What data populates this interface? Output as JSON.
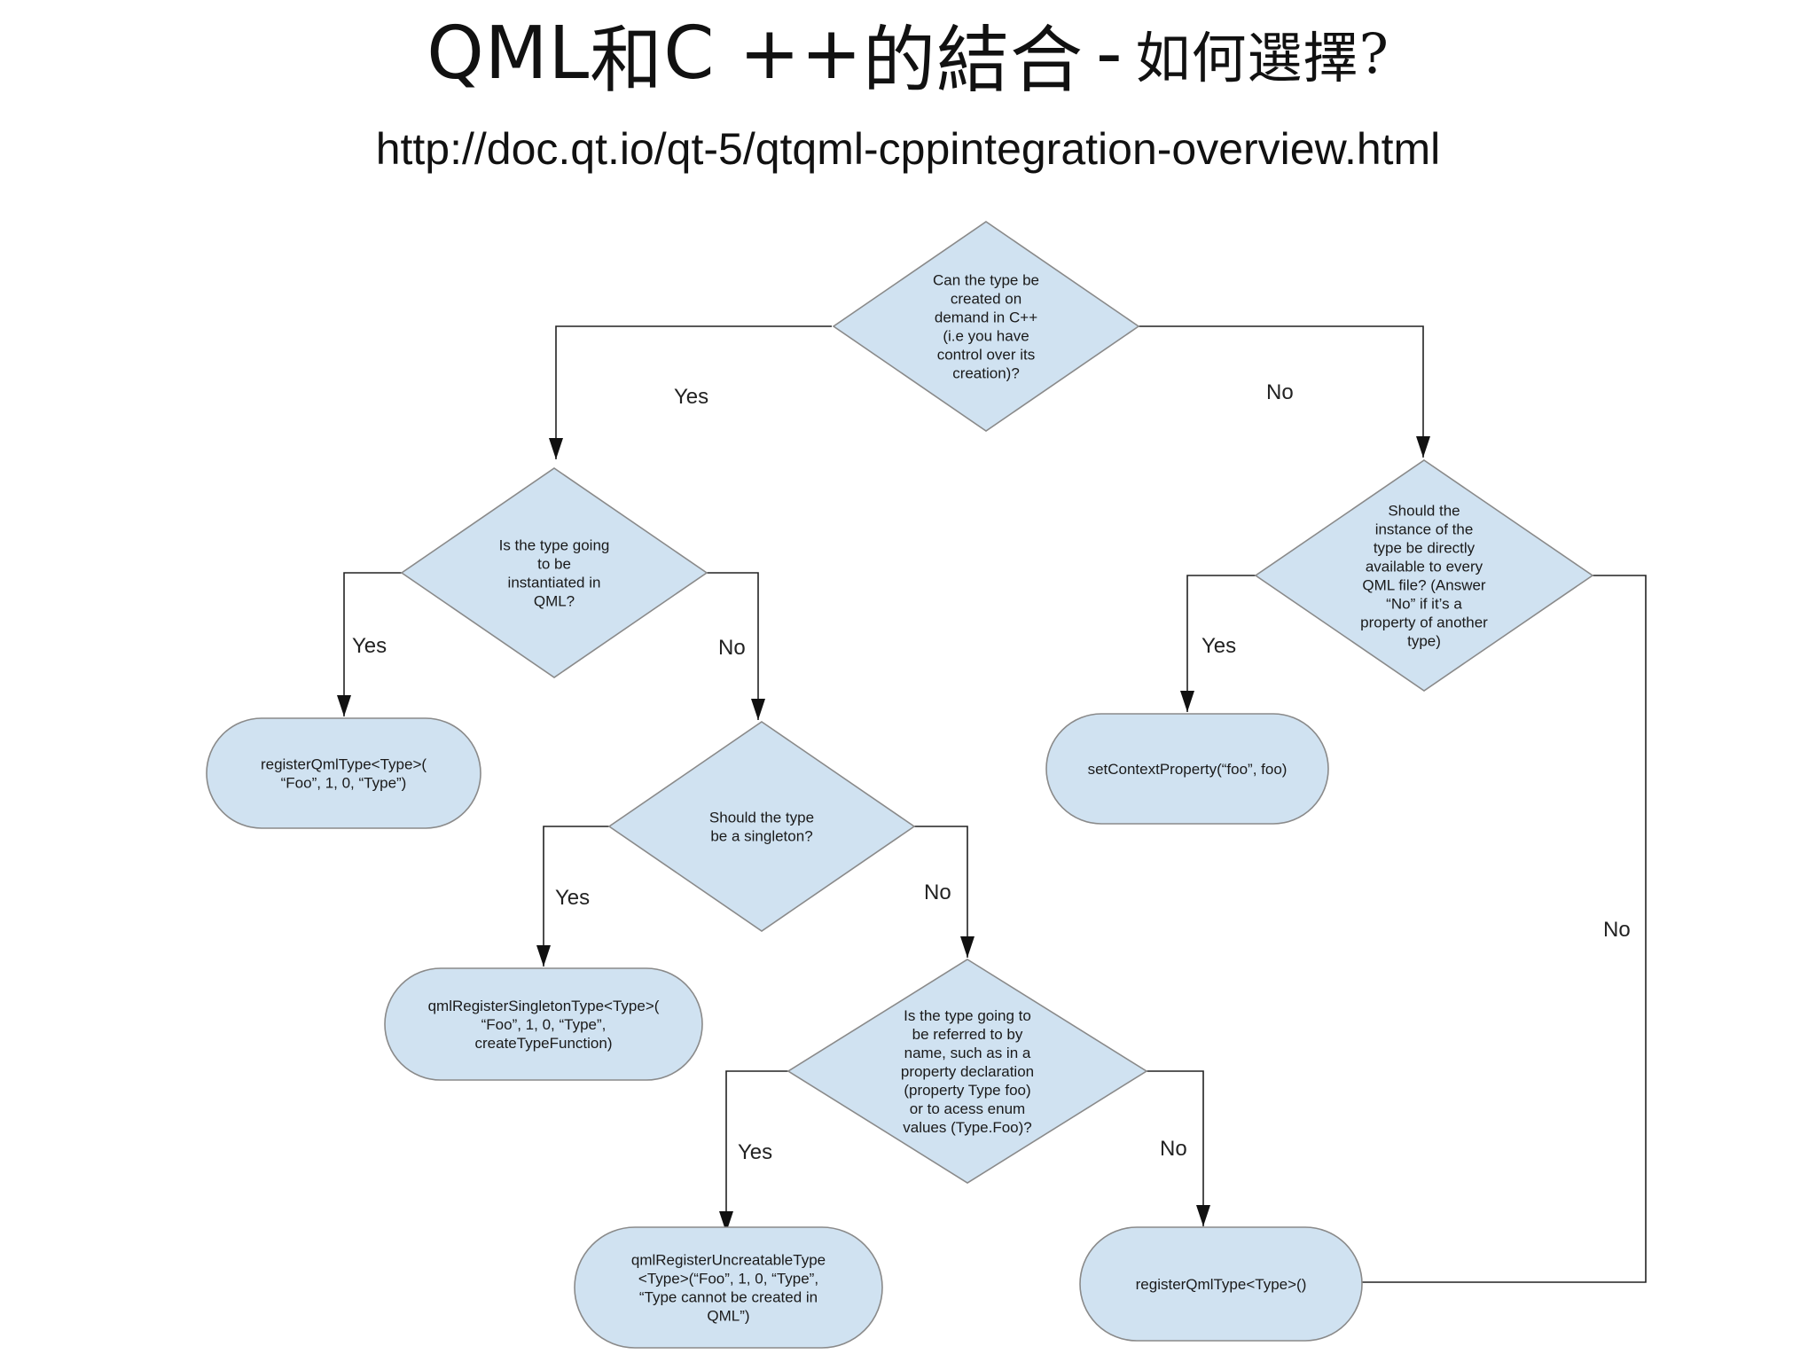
{
  "slide": {
    "title_latin_1": "QML",
    "title_cjk_1": "和",
    "title_latin_2": "C ++",
    "title_cjk_2": "的結合",
    "title_sep": "-",
    "title_cjk_3": "如何選擇",
    "title_q": "?",
    "url": "http://doc.qt.io/qt-5/qtqml-cppintegration-overview.html"
  },
  "flowchart": {
    "decisions": [
      {
        "id": "q1",
        "lines": [
          "Can the type be",
          "created on",
          "demand in C++",
          "(i.e you have",
          "control over its",
          "creation)?"
        ]
      },
      {
        "id": "q2",
        "lines": [
          "Is the type going",
          "to be",
          "instantiated in",
          "QML?"
        ]
      },
      {
        "id": "q3",
        "lines": [
          "Should the",
          "instance of the",
          "type be directly",
          "available to every",
          "QML file? (Answer",
          "“No” if it’s a",
          "property of another",
          "type)"
        ]
      },
      {
        "id": "q4",
        "lines": [
          "Should the type",
          "be a singleton?"
        ]
      },
      {
        "id": "q5",
        "lines": [
          "Is the type going to",
          "be referred to by",
          "name, such as in a",
          "property declaration",
          "(property Type foo)",
          "or to acess enum",
          "values (Type.Foo)?"
        ]
      }
    ],
    "terminals": [
      {
        "id": "t1",
        "lines": [
          "registerQmlType<Type>(",
          "“Foo”, 1, 0, “Type”)"
        ]
      },
      {
        "id": "t2",
        "lines": [
          "setContextProperty(“foo”, foo)"
        ]
      },
      {
        "id": "t3",
        "lines": [
          "qmlRegisterSingletonType<Type>(",
          "“Foo”, 1, 0, “Type”,",
          "createTypeFunction)"
        ]
      },
      {
        "id": "t4",
        "lines": [
          "qmlRegisterUncreatableType",
          "<Type>(“Foo”, 1, 0, “Type”,",
          "“Type cannot be created in",
          "QML”)"
        ]
      },
      {
        "id": "t5",
        "lines": [
          "registerQmlType<Type>()"
        ]
      }
    ],
    "edge_labels": [
      {
        "id": "q1-yes",
        "text": "Yes"
      },
      {
        "id": "q1-no",
        "text": "No"
      },
      {
        "id": "q2-yes",
        "text": "Yes"
      },
      {
        "id": "q2-no",
        "text": "No"
      },
      {
        "id": "q3-yes",
        "text": "Yes"
      },
      {
        "id": "q3-no",
        "text": "No"
      },
      {
        "id": "q4-yes",
        "text": "Yes"
      },
      {
        "id": "q4-no",
        "text": "No"
      },
      {
        "id": "q5-yes",
        "text": "Yes"
      },
      {
        "id": "q5-no",
        "text": "No"
      }
    ]
  },
  "colors": {
    "node_fill": "#d0e2f1",
    "node_stroke": "#8a8a8a",
    "edge": "#222222"
  }
}
